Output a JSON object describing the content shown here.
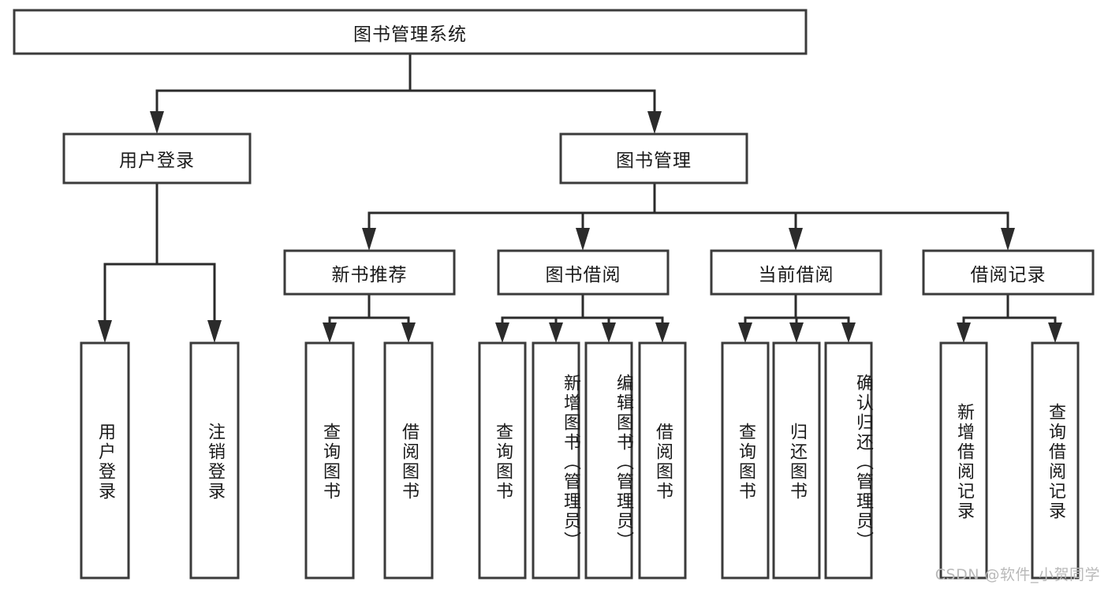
{
  "diagram": {
    "type": "tree",
    "title": "图书管理系统",
    "watermark": "CSDN @软件_小贺同学",
    "colors": {
      "box_stroke": "#3b3b3b",
      "connector": "#2b2b2b",
      "box_fill": "#ffffff",
      "text": "#1a1a1a",
      "watermark": "#b9b9b9",
      "background": "#ffffff"
    },
    "nodes": {
      "root": {
        "label": "图书管理系统"
      },
      "level2": [
        {
          "id": "user-login",
          "label": "用户登录"
        },
        {
          "id": "book-manage",
          "label": "图书管理"
        }
      ],
      "level3": [
        {
          "id": "new-book-recommend",
          "label": "新书推荐"
        },
        {
          "id": "book-borrow",
          "label": "图书借阅"
        },
        {
          "id": "current-borrow",
          "label": "当前借阅"
        },
        {
          "id": "borrow-record",
          "label": "借阅记录"
        }
      ],
      "leaves": {
        "user-login": [
          {
            "id": "leaf-user-login",
            "label": "用户登录"
          },
          {
            "id": "leaf-user-logout",
            "label": "注销登录"
          }
        ],
        "new-book-recommend": [
          {
            "id": "leaf-query-book-1",
            "label": "查询图书"
          },
          {
            "id": "leaf-borrow-book-1",
            "label": "借阅图书"
          }
        ],
        "book-borrow": [
          {
            "id": "leaf-query-book-2",
            "label": "查询图书"
          },
          {
            "id": "leaf-add-book",
            "label": "新增图书（管理员）"
          },
          {
            "id": "leaf-edit-book",
            "label": "编辑图书（管理员）"
          },
          {
            "id": "leaf-borrow-book-2",
            "label": "借阅图书"
          }
        ],
        "current-borrow": [
          {
            "id": "leaf-query-book-3",
            "label": "查询图书"
          },
          {
            "id": "leaf-return-book",
            "label": "归还图书"
          },
          {
            "id": "leaf-confirm-return",
            "label": "确认归还（管理员）"
          }
        ],
        "borrow-record": [
          {
            "id": "leaf-add-record",
            "label": "新增借阅记录"
          },
          {
            "id": "leaf-query-record",
            "label": "查询借阅记录"
          }
        ]
      }
    }
  }
}
